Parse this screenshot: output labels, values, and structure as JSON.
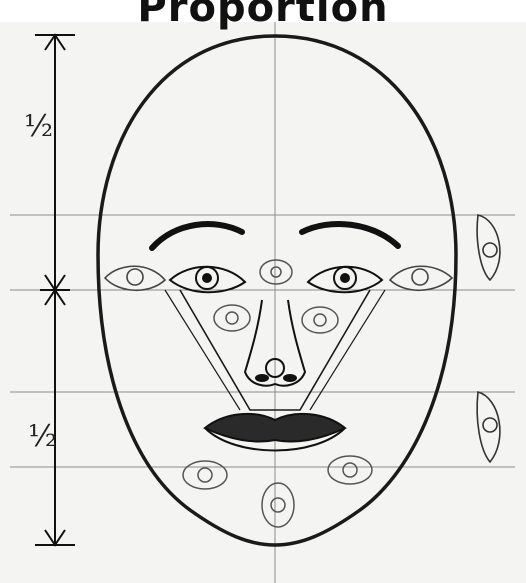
{
  "title": "Proportion",
  "labels": {
    "top_half": "½",
    "bottom_half": "½"
  },
  "colors": {
    "paper": "#f4f4f2",
    "ink": "#1a1a1a",
    "guide_line": "#8c8c8c"
  }
}
